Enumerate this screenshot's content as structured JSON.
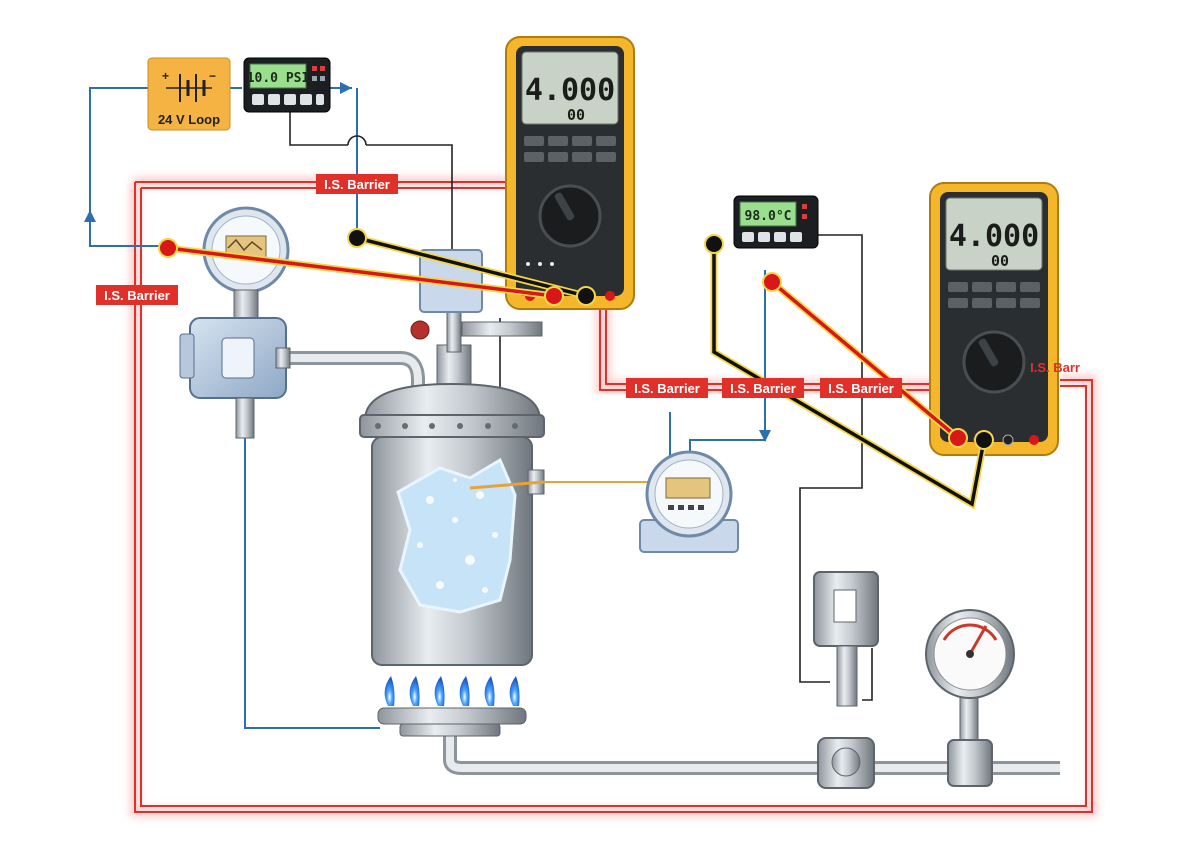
{
  "power_supply": {
    "label": "24 V Loop",
    "plus": "+",
    "minus": "−"
  },
  "pressure_display": {
    "reading": "10.0 PSI"
  },
  "temp_display": {
    "reading": "98.0°C"
  },
  "multimeter_left": {
    "main": "4.000",
    "sub": "00"
  },
  "multimeter_right": {
    "main": "4.000",
    "sub": "00"
  },
  "barriers": [
    {
      "text": "I.S. Barrier"
    },
    {
      "text": "I.S. Barrier"
    },
    {
      "text": "I.S. Barrier"
    },
    {
      "text": "I.S. Barrier"
    },
    {
      "text": "I.S. Barrier"
    },
    {
      "text": "I.S. Barr"
    }
  ],
  "colors": {
    "barrier_red": "#e0302a",
    "loop_blue": "#2c6fb0",
    "probe_red": "#d81818",
    "probe_black": "#111111",
    "meter_yellow": "#f4b62a",
    "lcd_green": "#9adf8e"
  }
}
